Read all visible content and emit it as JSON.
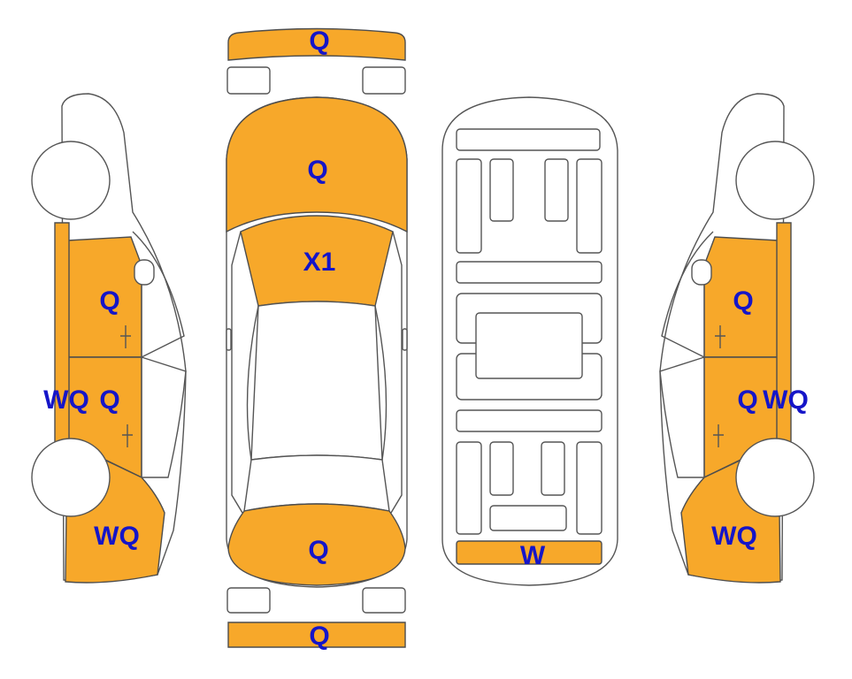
{
  "colors": {
    "damage_fill": "#f7a82a",
    "label": "#1515c8",
    "outline": "#555555"
  },
  "labels": {
    "front_bumper": "Q",
    "hood": "Q",
    "windshield": "X1",
    "trunk": "Q",
    "rear_bumper": "Q",
    "underbody_rear": "W",
    "left_front_door": "Q",
    "left_rear_door": "Q",
    "left_sill": "WQ",
    "left_rear_quarter": "WQ",
    "right_front_door": "Q",
    "right_rear_door": "Q",
    "right_sill": "WQ",
    "right_rear_quarter": "WQ"
  }
}
